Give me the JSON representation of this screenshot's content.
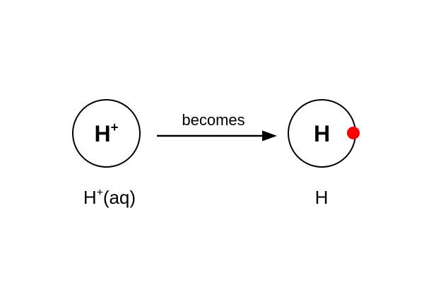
{
  "diagram": {
    "left_species": {
      "circle_symbol": "H",
      "circle_superscript": "+",
      "caption_symbol": "H",
      "caption_superscript": "+",
      "caption_state": "(aq)"
    },
    "arrow": {
      "label": "becomes"
    },
    "right_species": {
      "circle_symbol": "H",
      "caption_symbol": "H",
      "electron_color": "#ff0000"
    },
    "colors": {
      "line": "#000000",
      "background": "#ffffff",
      "electron": "#ff0000"
    }
  }
}
